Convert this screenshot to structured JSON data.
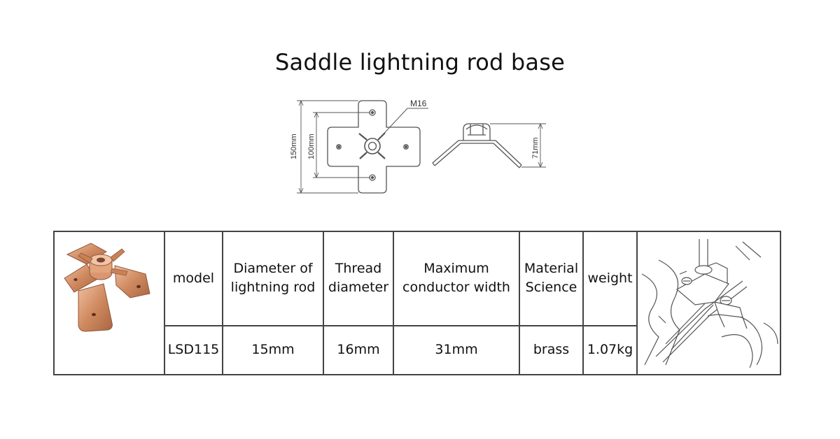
{
  "title": "Saddle lightning rod base",
  "drawing": {
    "thread_label": "M16",
    "dim_outer": "150mm",
    "dim_inner": "100mm",
    "dim_height": "71mm"
  },
  "table": {
    "headers": {
      "model": "model",
      "diameter_line1": "Diameter of",
      "diameter_line2": "lightning rod",
      "thread_line1": "Thread",
      "thread_line2": "diameter",
      "conductor_line1": "Maximum",
      "conductor_line2": "conductor width",
      "material_line1": "Material",
      "material_line2": "Science",
      "weight": "weight"
    },
    "row": {
      "model": "LSD115",
      "diameter": "15mm",
      "thread": "16mm",
      "conductor": "31mm",
      "material": "brass",
      "weight": "1.07kg"
    }
  },
  "colors": {
    "copper_light": "#e3a47c",
    "copper_mid": "#c8805a",
    "copper_dark": "#93573a",
    "line": "#555555"
  }
}
